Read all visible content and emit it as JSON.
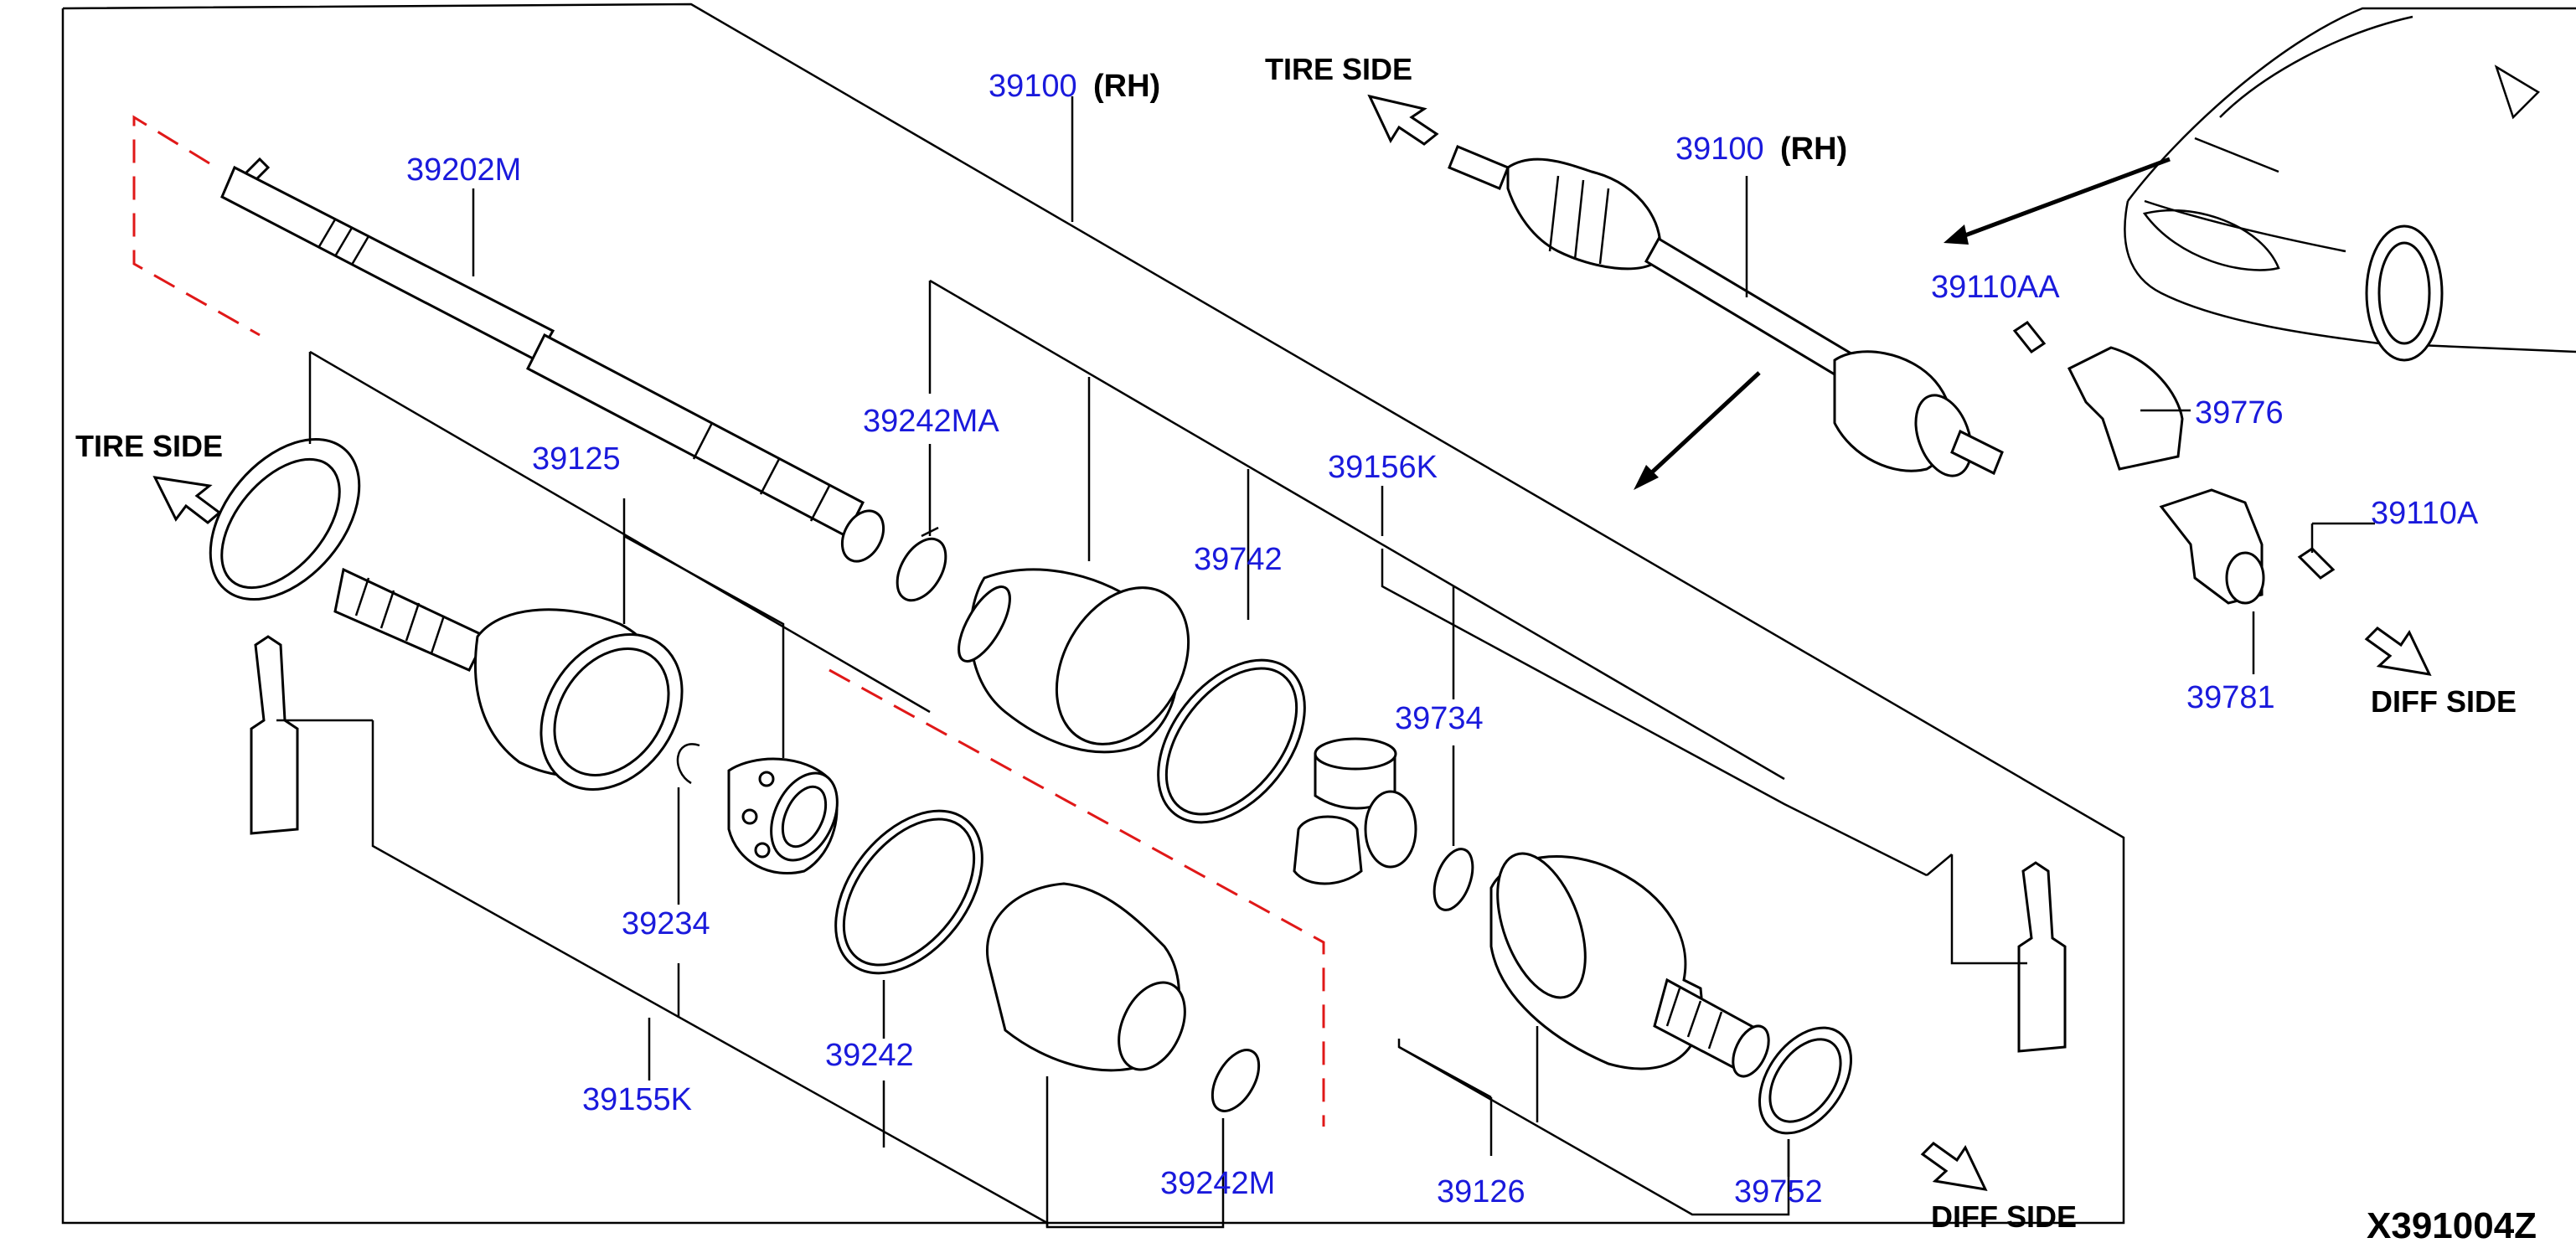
{
  "parts": {
    "p39100_top": "39100",
    "p39100_top_rh": "(RH)",
    "p39100_right": "39100",
    "p39100_right_rh": "(RH)",
    "p39202M": "39202M",
    "p39242MA": "39242MA",
    "p39125": "39125",
    "p39156K": "39156K",
    "p39742": "39742",
    "p39734": "39734",
    "p39234": "39234",
    "p39242": "39242",
    "p39155K": "39155K",
    "p39242M": "39242M",
    "p39126": "39126",
    "p39752": "39752",
    "p39110AA": "39110AA",
    "p39776": "39776",
    "p39110A": "39110A",
    "p39781": "39781"
  },
  "sides": {
    "tire_top": "TIRE SIDE",
    "tire_left": "TIRE SIDE",
    "diff_right": "DIFF SIDE",
    "diff_bottom": "DIFF SIDE"
  },
  "diagram_code": "X391004Z",
  "colors": {
    "part_number": "#1a1adc",
    "outline": "#000000",
    "dashed_guide": "#e01818"
  }
}
